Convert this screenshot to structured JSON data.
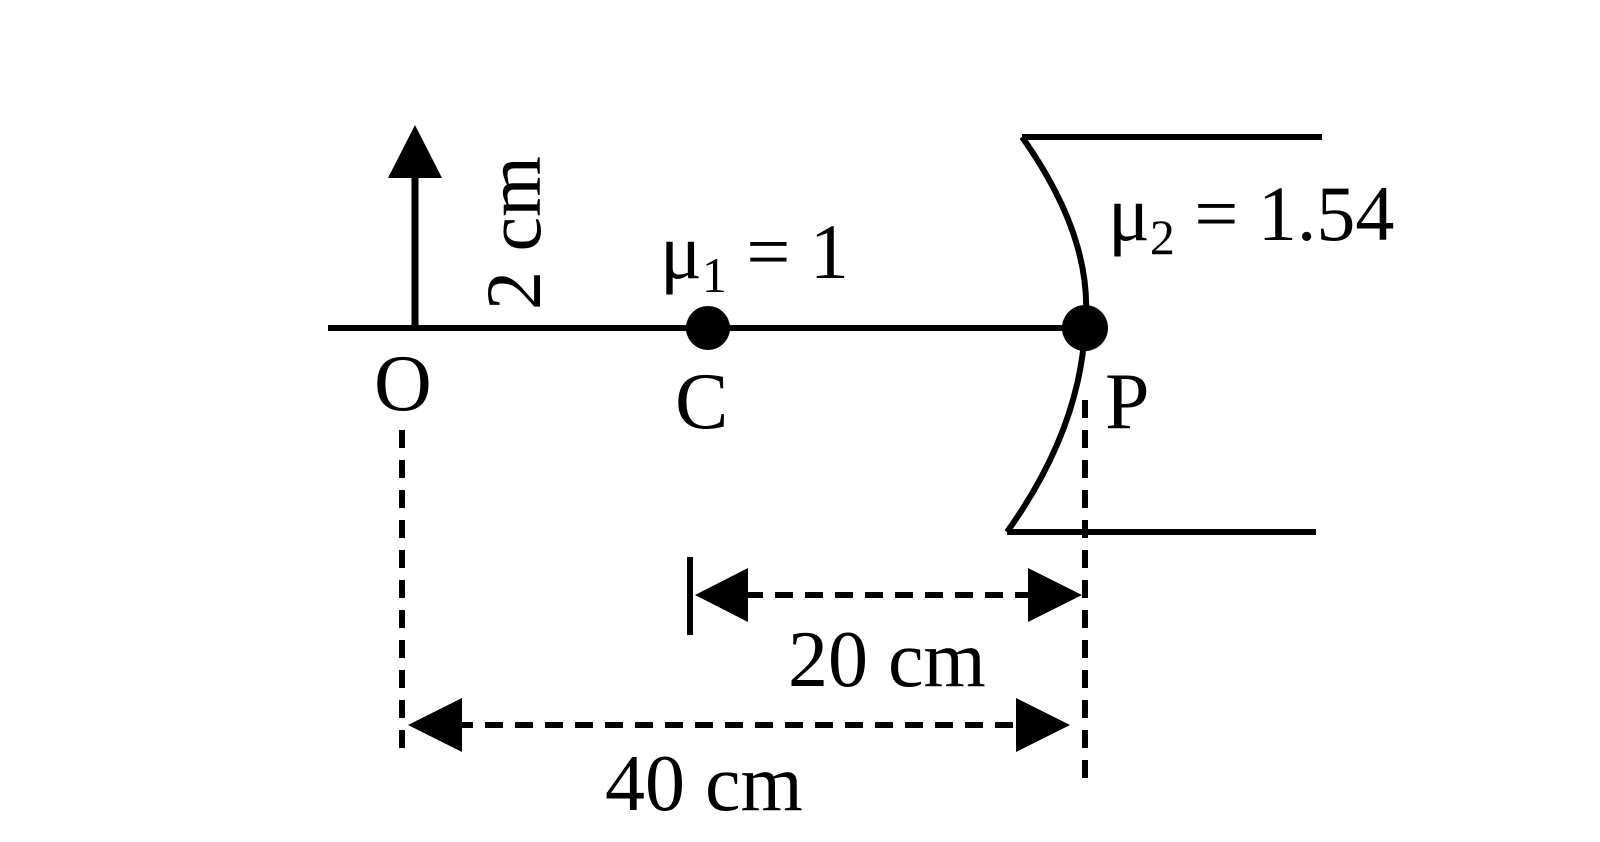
{
  "labels": {
    "object_height": "2 cm",
    "medium1_symbol": "μ",
    "medium1_subscript": "1",
    "medium1_value": " = 1",
    "medium2_symbol": "μ",
    "medium2_subscript": "2",
    "medium2_value": " = 1.54",
    "point_o": "O",
    "point_c": "C",
    "point_p": "P",
    "distance_cp": "20 cm",
    "distance_op": "40 cm"
  }
}
